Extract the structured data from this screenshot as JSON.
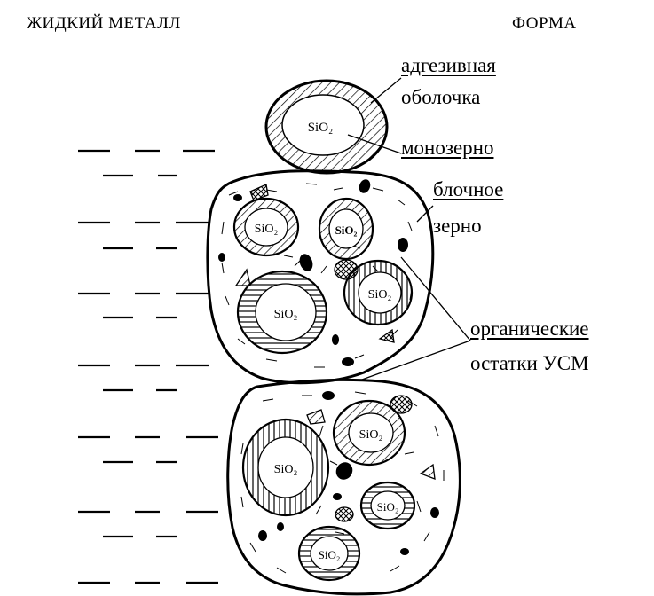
{
  "headers": {
    "left": "ЖИДКИЙ МЕТАЛЛ",
    "right": "ФОРМА"
  },
  "labels": {
    "adhesive_line1": "адгезивная",
    "adhesive_line2": "оболочка",
    "monograin": "монозерно",
    "block_line1": "блочное",
    "block_line2": "зерно",
    "organic_line1": "органические",
    "organic_line2": "остатки УСМ"
  },
  "grain_label": "SiO₂",
  "colors": {
    "ink": "#000000",
    "paper": "#ffffff"
  }
}
